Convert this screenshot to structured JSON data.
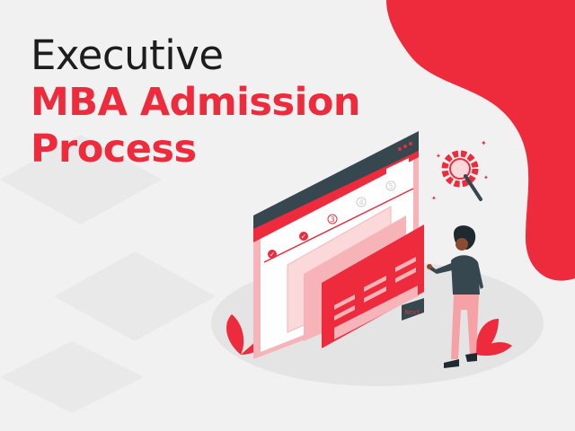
{
  "title": {
    "line1": "Executive",
    "line2": "MBA Admission",
    "line3": "Process"
  },
  "illustration": {
    "steps": [
      "✓",
      "✓",
      "3",
      "4",
      "5"
    ],
    "next_button": "Next"
  },
  "colors": {
    "accent": "#ee2b3d",
    "dark": "#37474f",
    "pink": "#f6b4b8",
    "background": "#f1f1f1"
  }
}
